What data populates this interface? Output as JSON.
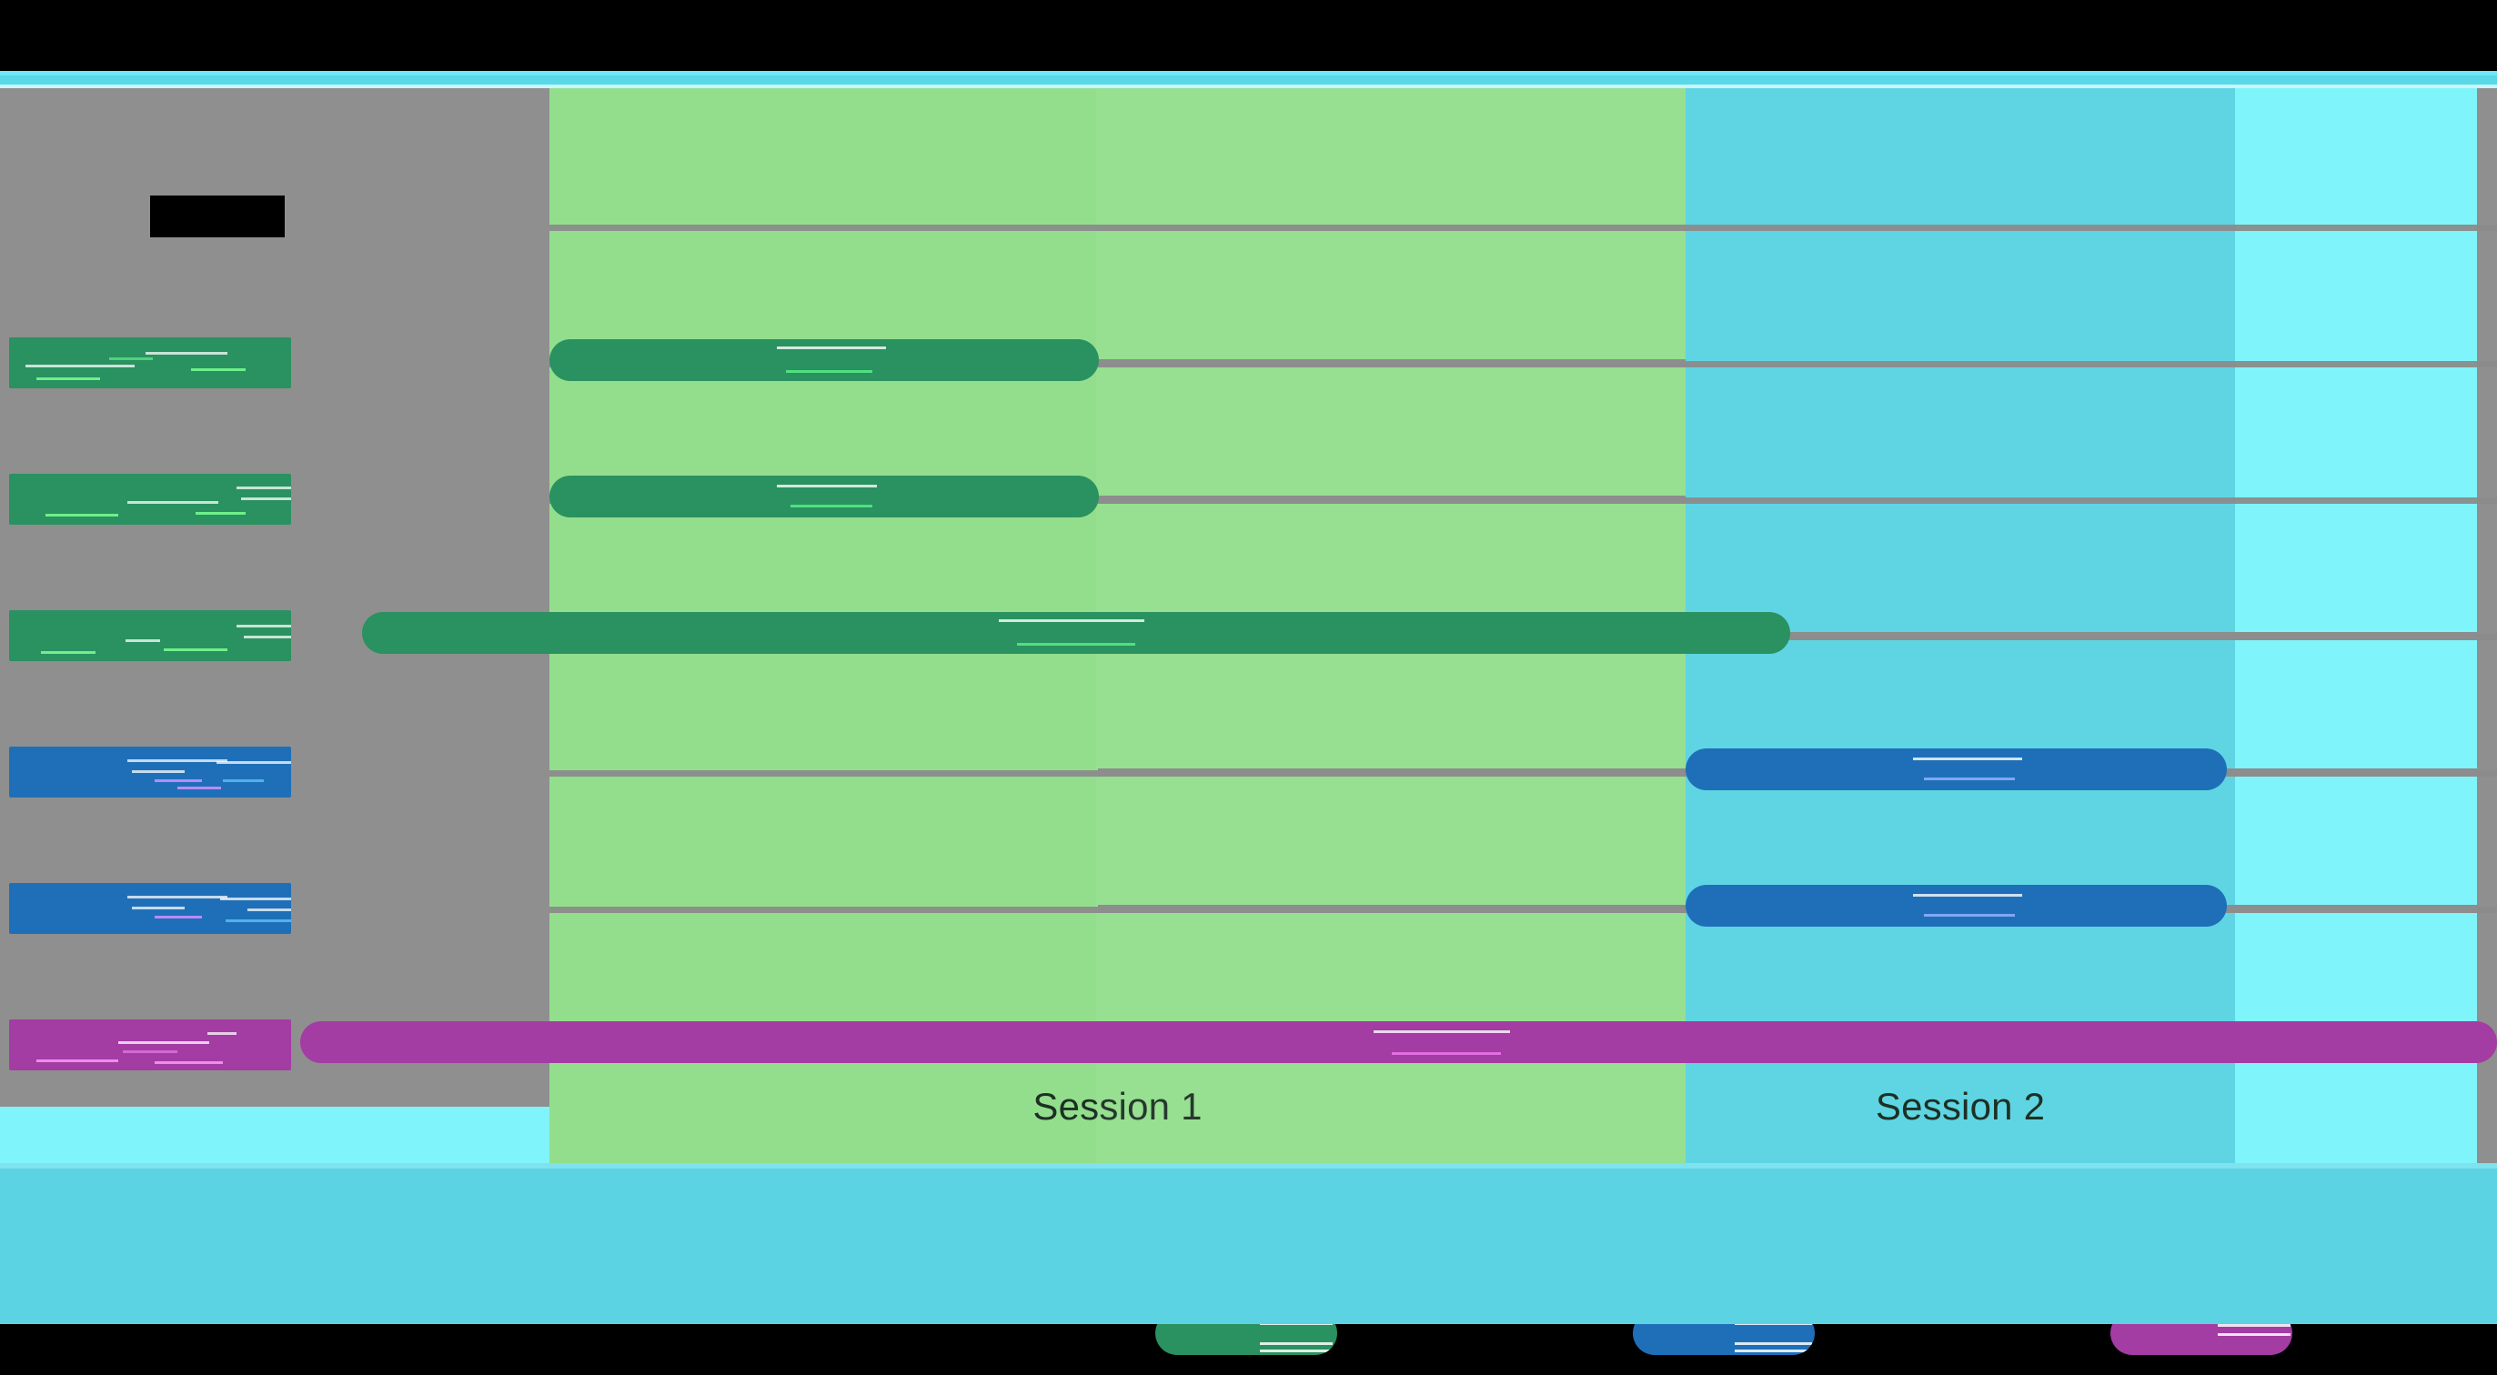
{
  "chart_data": {
    "type": "bar",
    "subtype": "gantt-timeline",
    "title": "",
    "xlabel": "",
    "ylabel": "",
    "grid": true,
    "legend_position": "bottom",
    "x_axis": {
      "min": 0,
      "max": 100,
      "unit": "percent-of-plot-width"
    },
    "sessions": [
      {
        "name": "Session 1",
        "label": "Session 1",
        "start_pct": 22.0,
        "end_pct": 67.5,
        "color": "#93de8d"
      },
      {
        "name": "Session 2",
        "label": "Session 2",
        "start_pct": 67.5,
        "end_pct": 89.5,
        "color": "#5fd5e3"
      },
      {
        "name": "",
        "label": "",
        "start_pct": 89.5,
        "end_pct": 99.2,
        "color": "#7ff4fb"
      }
    ],
    "categories": [
      "DataSetA1",
      "DataSetA2",
      "DataSetA3",
      "DataSetB1",
      "DataSetB2",
      "DataSetC1"
    ],
    "series": [
      {
        "name": "Group A",
        "color": "#2a9160",
        "bars": [
          {
            "category": "DataSetA1",
            "start_pct": 22.0,
            "end_pct": 44.0,
            "row": 1
          },
          {
            "category": "DataSetA2",
            "start_pct": 22.0,
            "end_pct": 44.0,
            "row": 2
          },
          {
            "category": "DataSetA3",
            "start_pct": 14.5,
            "end_pct": 71.8,
            "row": 3
          }
        ]
      },
      {
        "name": "Group B",
        "color": "#1f6fb8",
        "bars": [
          {
            "category": "DataSetB1",
            "start_pct": 67.5,
            "end_pct": 89.2,
            "row": 4
          },
          {
            "category": "DataSetB2",
            "start_pct": 67.5,
            "end_pct": 89.2,
            "row": 5
          }
        ]
      },
      {
        "name": "Group C",
        "color": "#a33ca3",
        "bars": [
          {
            "category": "DataSetC1",
            "start_pct": 12.0,
            "end_pct": 100.0,
            "row": 6
          }
        ]
      }
    ],
    "connectors": [
      {
        "row": 1,
        "start_pct": 44.0,
        "end_pct": 67.5
      },
      {
        "row": 2,
        "start_pct": 44.0,
        "end_pct": 67.5
      },
      {
        "row": 3,
        "start_pct": 71.8,
        "end_pct": 99.2
      },
      {
        "row": 4,
        "start_pct": 44.0,
        "end_pct": 67.5
      },
      {
        "row": 4,
        "start_pct": 89.2,
        "end_pct": 99.2
      },
      {
        "row": 5,
        "start_pct": 44.0,
        "end_pct": 67.5
      },
      {
        "row": 5,
        "start_pct": 89.2,
        "end_pct": 99.2
      }
    ],
    "gridlines_y": [
      0,
      1,
      2,
      3,
      4,
      5
    ],
    "values": [
      22.0,
      22.0,
      57.3,
      21.7,
      21.7,
      88.0
    ]
  },
  "header": {
    "title": "",
    "title_redacted": true
  },
  "rows": [
    {
      "label": "DataSetA1",
      "label_redacted": true,
      "color": "#2a9160"
    },
    {
      "label": "DataSetA2",
      "label_redacted": true,
      "color": "#2a9160"
    },
    {
      "label": "DataSetA3",
      "label_redacted": true,
      "color": "#2a9160"
    },
    {
      "label": "DataSetB1",
      "label_redacted": true,
      "color": "#1f6fb8"
    },
    {
      "label": "DataSetB2",
      "label_redacted": true,
      "color": "#1f6fb8"
    },
    {
      "label": "DataSetC1",
      "label_redacted": true,
      "color": "#a33ca3"
    }
  ],
  "sessions": {
    "session_1_label": "Session 1",
    "session_2_label": "Session 2"
  },
  "legend": {
    "items": [
      {
        "label": "",
        "color": "#2a9160",
        "name": "legend-group-a"
      },
      {
        "label": "",
        "color": "#1f6fb8",
        "name": "legend-group-b"
      },
      {
        "label": "",
        "color": "#a33ca3",
        "name": "legend-group-c"
      }
    ]
  },
  "colors": {
    "background": "#000000",
    "plot_background": "#8f8f8f",
    "rail": "#5bd8e8",
    "footer": "#5bd3e3",
    "session_1": "#93de8d",
    "session_2": "#5fd5e3",
    "session_3": "#7ff4fb",
    "grid": "#8b8b8b",
    "green": "#2a9160",
    "blue": "#1f6fb8",
    "magenta": "#a33ca3"
  }
}
